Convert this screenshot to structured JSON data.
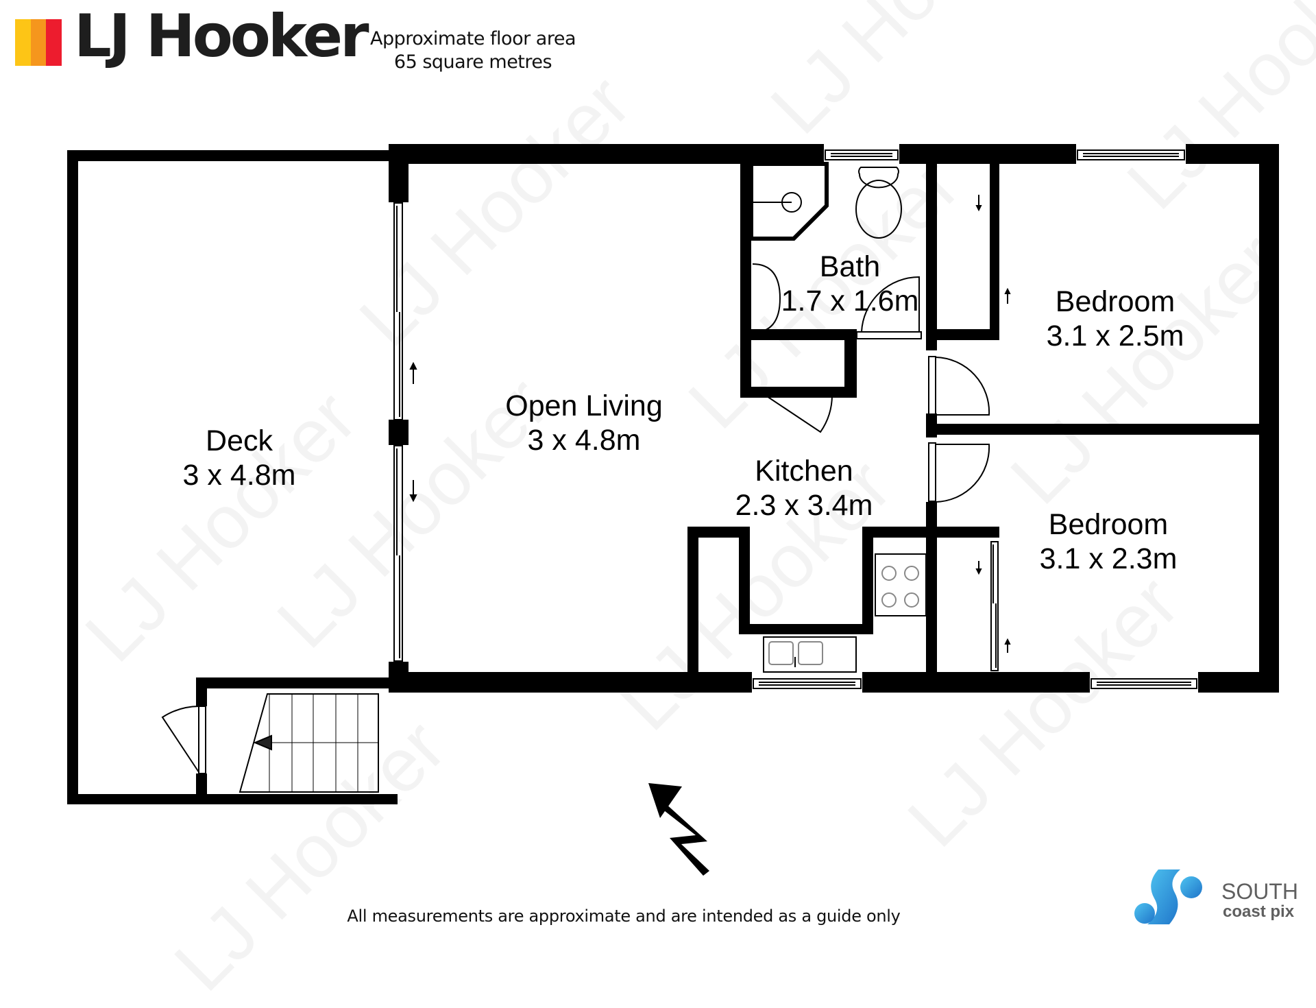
{
  "header": {
    "brand_name": "LJ Hooker",
    "brand_colors": [
      "#FDC516",
      "#F5961D",
      "#ED1C2E"
    ],
    "floor_area_line1": "Approximate floor area",
    "floor_area_line2": "65 square metres"
  },
  "watermark": {
    "text": "LJ Hooker",
    "color": "#f3f3f3"
  },
  "rooms": [
    {
      "name": "Deck",
      "dimensions": "3 x 4.8m"
    },
    {
      "name": "Open Living",
      "dimensions": "3 x 4.8m"
    },
    {
      "name": "Bath",
      "dimensions": "1.7 x 1.6m"
    },
    {
      "name": "Kitchen",
      "dimensions": "2.3 x 3.4m"
    },
    {
      "name": "Bedroom",
      "dimensions": "3.1 x 2.5m"
    },
    {
      "name": "Bedroom",
      "dimensions": "3.1 x 2.3m"
    }
  ],
  "north_arrow": {
    "label": "north-arrow"
  },
  "footer": {
    "disclaimer": "All measurements are approximate and are intended as a guide only",
    "photographer_line1": "SOUTH",
    "photographer_line2": "coast pix",
    "photographer_color": "#2B8FD9"
  }
}
